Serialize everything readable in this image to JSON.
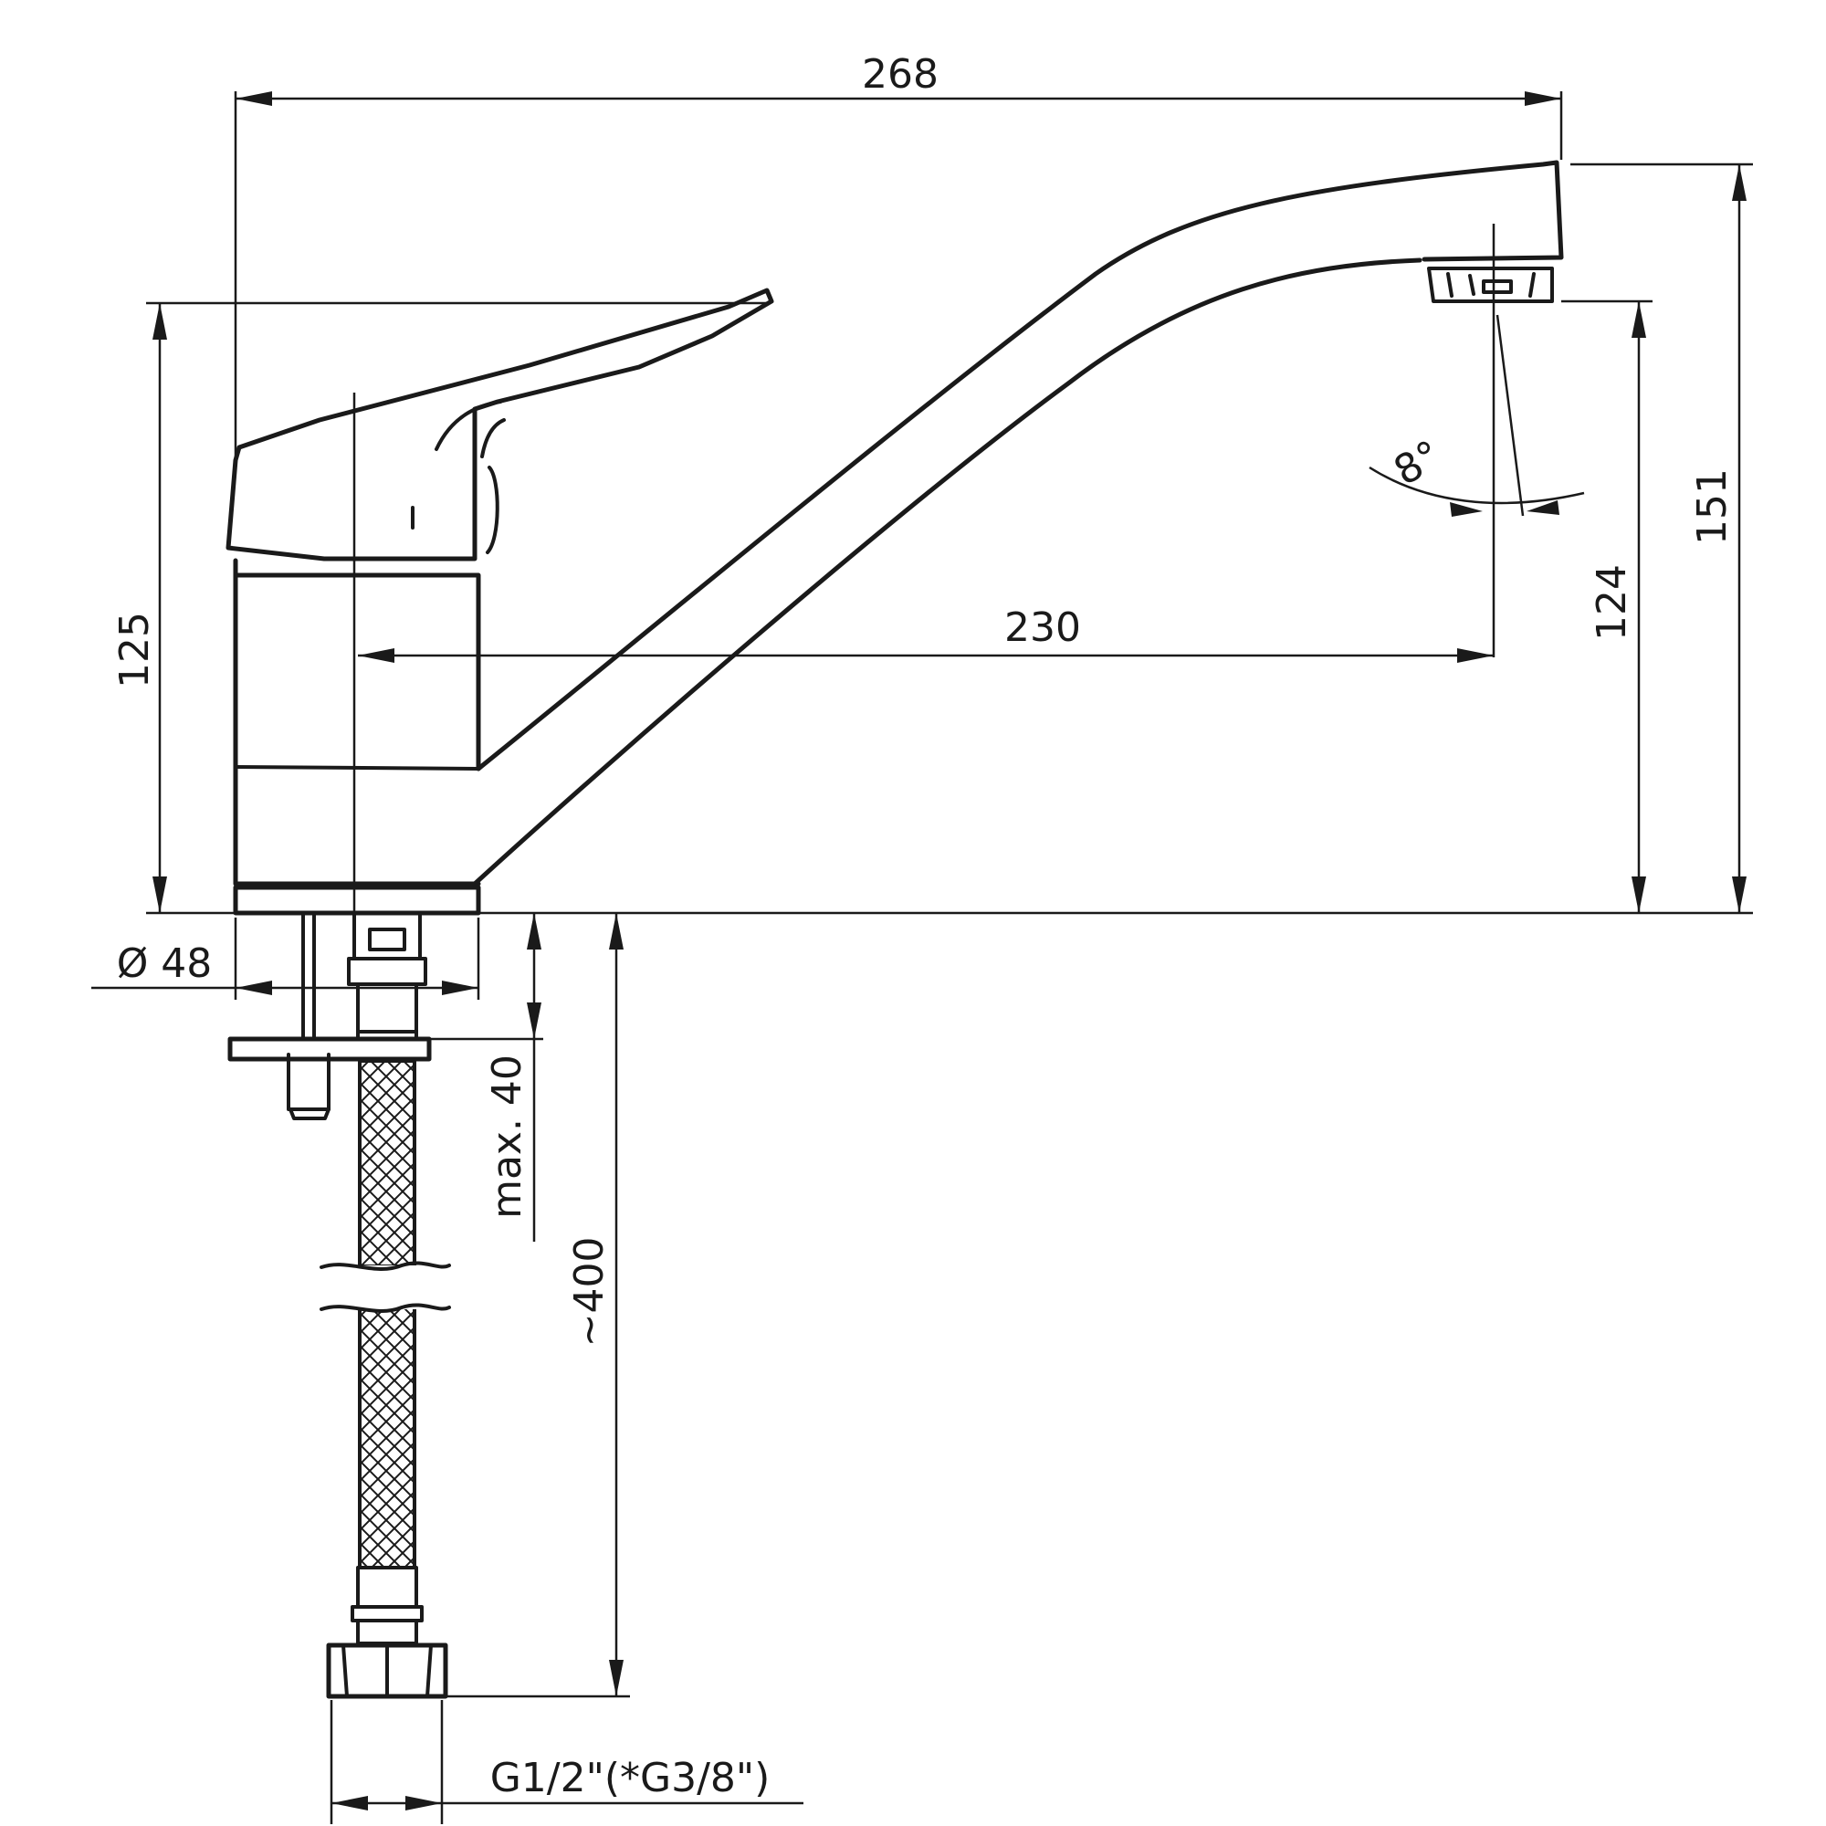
{
  "dimensions": {
    "overall_length": "268",
    "spout_height": "151",
    "outlet_height": "124",
    "body_height": "125",
    "spout_reach": "230",
    "spray_angle": "8°",
    "base_diameter": "Ø 48",
    "max_counter_thickness": "max. 40",
    "hose_length": "~400",
    "connection_thread": "G1/2\"(*G3/8\")"
  }
}
